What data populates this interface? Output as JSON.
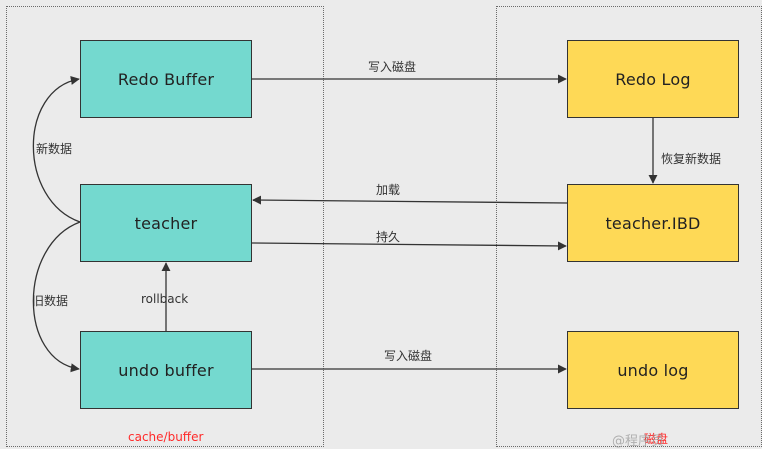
{
  "regions": {
    "cache": "cache/buffer",
    "disk": "磁盘"
  },
  "nodes": {
    "redo_buffer": "Redo Buffer",
    "teacher": "teacher",
    "undo_buffer": "undo buffer",
    "redo_log": "Redo Log",
    "teacher_ibd": "teacher.IBD",
    "undo_log": "undo log"
  },
  "edges": {
    "redo_write": "写入磁盘",
    "load": "加载",
    "persist": "持久",
    "undo_write": "写入磁盘",
    "recover": "恢复新数据",
    "new_data": "新数据",
    "old_data": "旧数据",
    "rollback": "rollback"
  },
  "watermark": "@程序员",
  "colors": {
    "memory_box": "#74d9cf",
    "disk_box": "#fed956",
    "region_label": "#ff2a2a",
    "background": "#ebebeb"
  }
}
